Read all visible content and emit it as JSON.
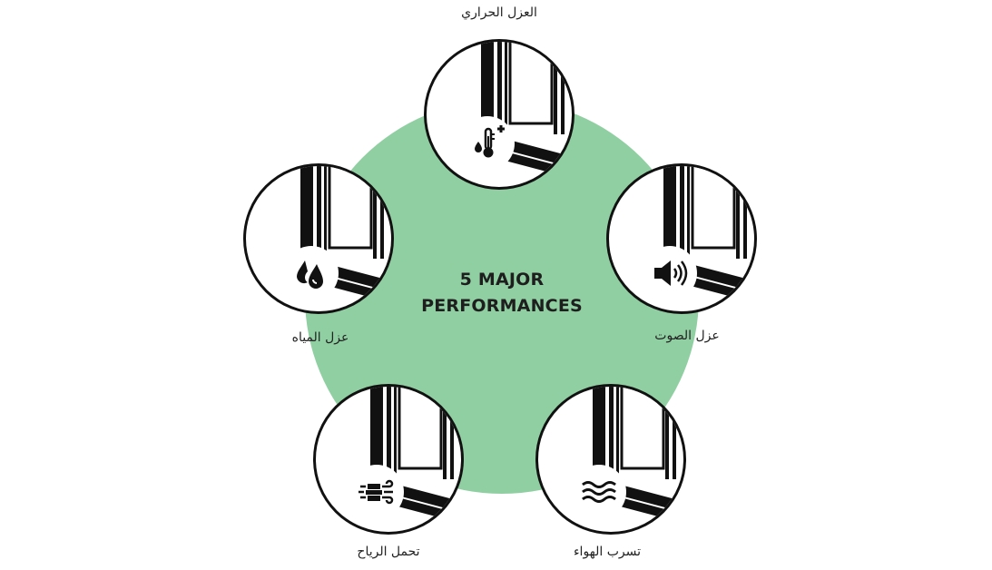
{
  "diagram": {
    "center_title_line1": "5 MAJOR",
    "center_title_line2": "PERFORMANCES",
    "colors": {
      "center_circle": "#8fcfa1",
      "frame": "#111111",
      "outline": "#111111"
    },
    "items": [
      {
        "label": "العزل الحراري",
        "icon": "thermometer-icon"
      },
      {
        "label": "عزل الصوت",
        "icon": "speaker-icon"
      },
      {
        "label": "تسرب الهواء",
        "icon": "air-waves-icon"
      },
      {
        "label": "تحمل الرياح",
        "icon": "wind-icon"
      },
      {
        "label": "عزل المياه",
        "icon": "water-drops-icon"
      }
    ]
  }
}
